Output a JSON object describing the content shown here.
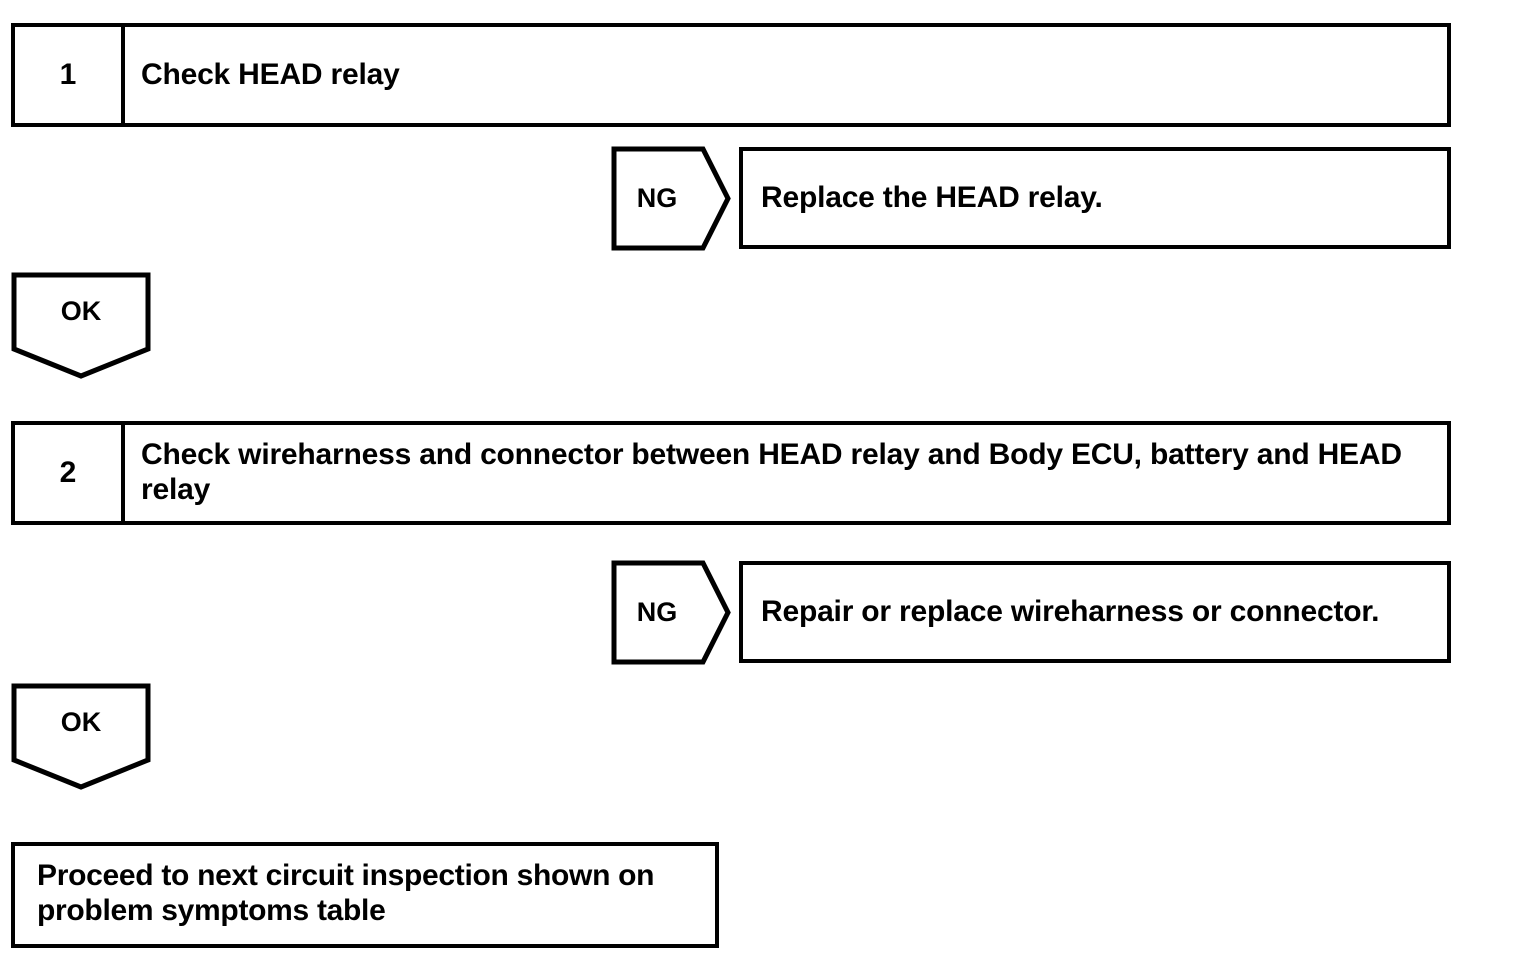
{
  "diagram": {
    "type": "troubleshooting-flowchart",
    "steps": [
      {
        "number": "1",
        "instruction": "Check HEAD relay",
        "ng_label": "NG",
        "ng_result": "Replace the HEAD relay.",
        "ok_label": "OK"
      },
      {
        "number": "2",
        "instruction": "Check wireharness and connector between HEAD relay and Body ECU, battery and HEAD relay",
        "ng_label": "NG",
        "ng_result": "Repair or replace wireharness or connector.",
        "ok_label": "OK"
      }
    ],
    "terminal": "Proceed to next circuit inspection shown on problem symptoms table",
    "colors": {
      "line": "#000000",
      "background": "#ffffff",
      "text": "#000000"
    }
  }
}
